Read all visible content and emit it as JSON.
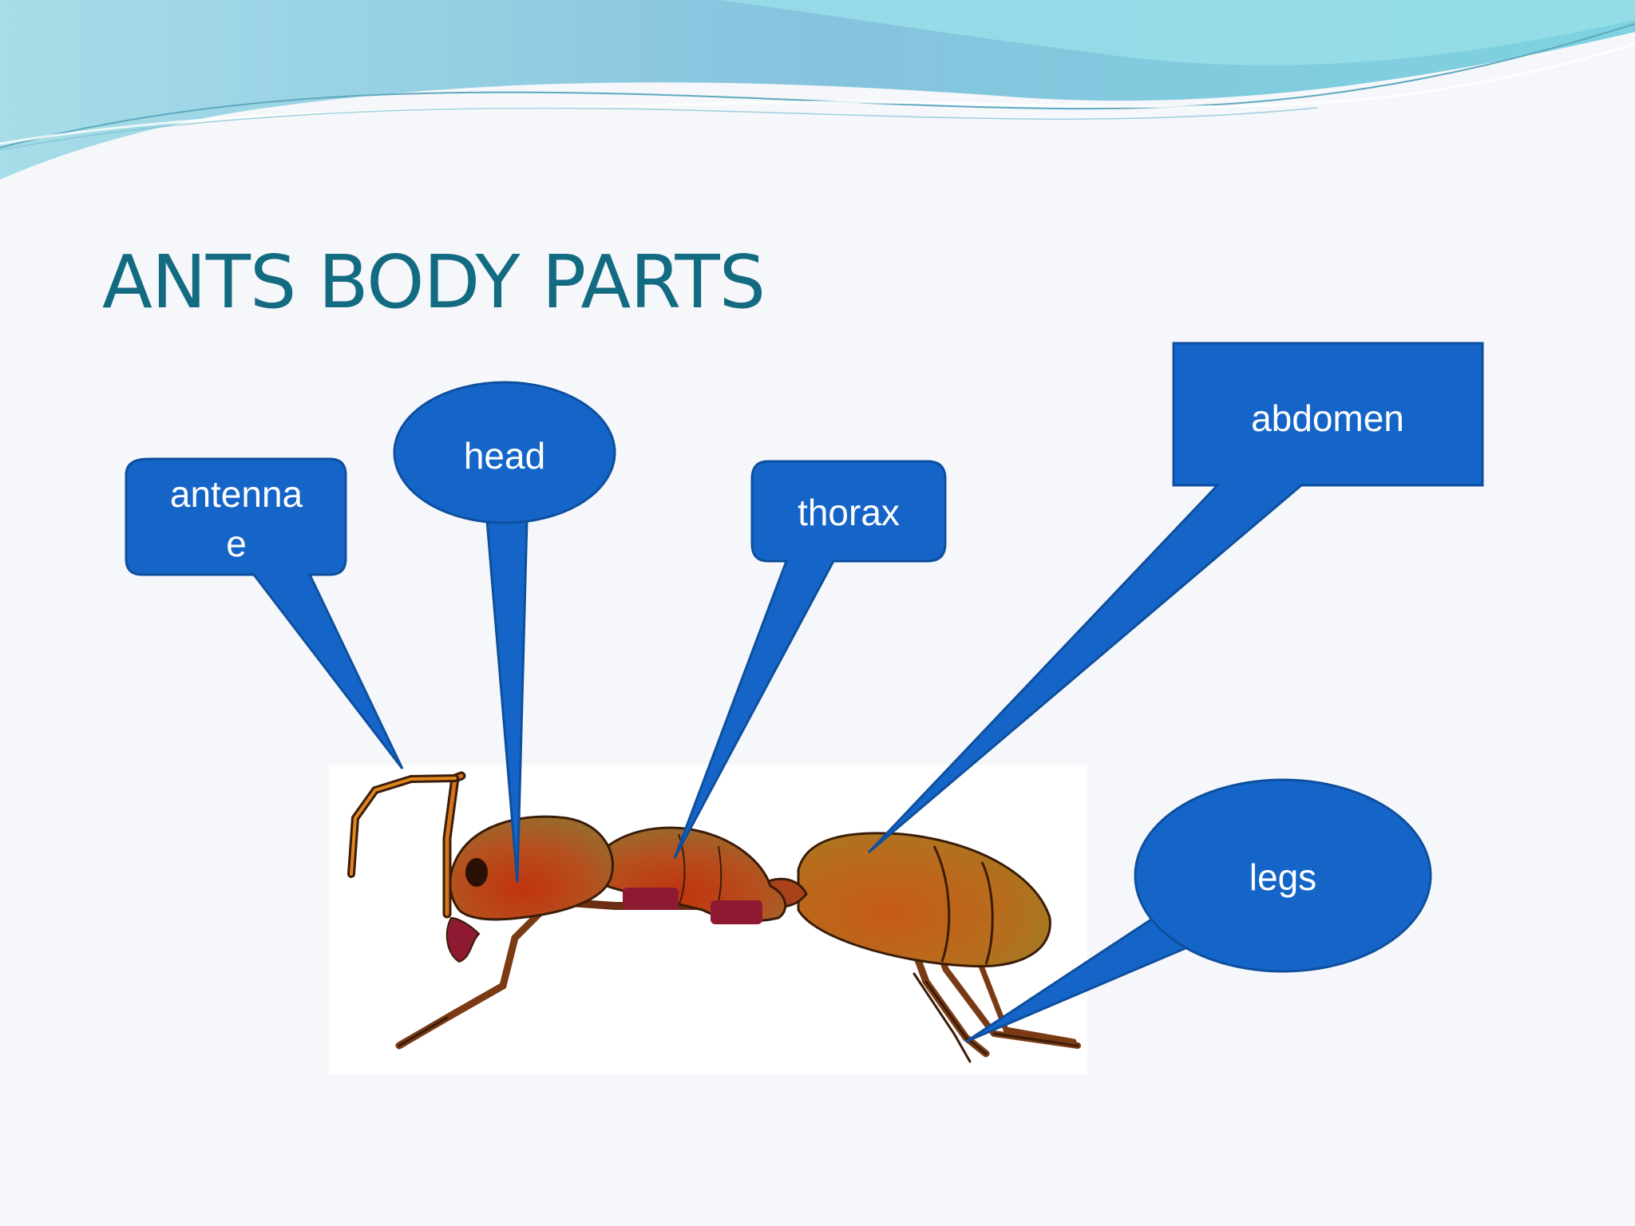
{
  "slide": {
    "title": "ANTS BODY PARTS"
  },
  "colors": {
    "title": "#136b82",
    "callout_fill": "#1565c9",
    "callout_stroke": "#0d4f9e",
    "callout_text": "#ffffff",
    "wave_light": "#9fdde6",
    "wave_dark": "#7cc4d9",
    "ant_body": "#b5451b",
    "ant_abdomen": "#b8641c",
    "ant_mandible": "#8e1a32"
  },
  "callouts": {
    "antennae": {
      "line1": "antenna",
      "line2": "e"
    },
    "head": "head",
    "thorax": "thorax",
    "abdomen": "abdomen",
    "legs": "legs"
  },
  "illustration": {
    "subject": "ant-side-view"
  }
}
